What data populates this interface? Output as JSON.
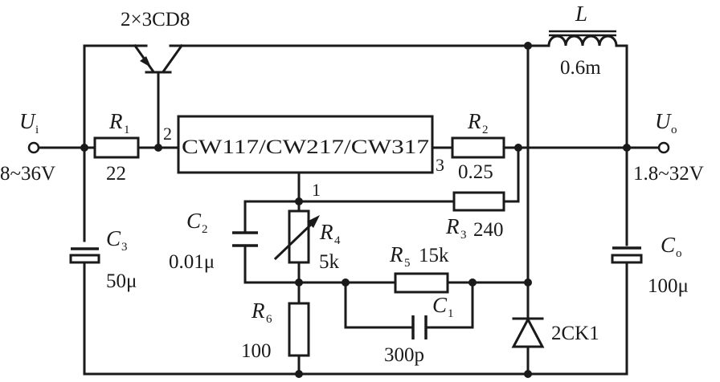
{
  "transistor": {
    "label": "2×3CD8"
  },
  "inductor": {
    "symbol": "L",
    "value": "0.6m"
  },
  "input": {
    "symbol": "U",
    "sub": "i",
    "range": "8~36V"
  },
  "output": {
    "symbol": "U",
    "sub": "o",
    "range": "1.8~32V"
  },
  "regulator": {
    "label": "CW117/CW217/CW317",
    "pin_in": "2",
    "pin_out": "3",
    "pin_adj": "1"
  },
  "r1": {
    "symbol": "R",
    "sub": "1",
    "value": "22"
  },
  "r2": {
    "symbol": "R",
    "sub": "2",
    "value": "0.25"
  },
  "r3": {
    "symbol": "R",
    "sub": "3",
    "value": "240"
  },
  "r4": {
    "symbol": "R",
    "sub": "4",
    "value": "5k"
  },
  "r5": {
    "symbol": "R",
    "sub": "5",
    "value": "15k"
  },
  "r6": {
    "symbol": "R",
    "sub": "6",
    "value": "100"
  },
  "c1": {
    "symbol": "C",
    "sub": "1",
    "value": "300p"
  },
  "c2": {
    "symbol": "C",
    "sub": "2",
    "value": "0.01μ"
  },
  "c3": {
    "symbol": "C",
    "sub": "3",
    "value": "50μ"
  },
  "co": {
    "symbol": "C",
    "sub": "o",
    "value": "100μ"
  },
  "diode": {
    "label": "2CK1"
  }
}
